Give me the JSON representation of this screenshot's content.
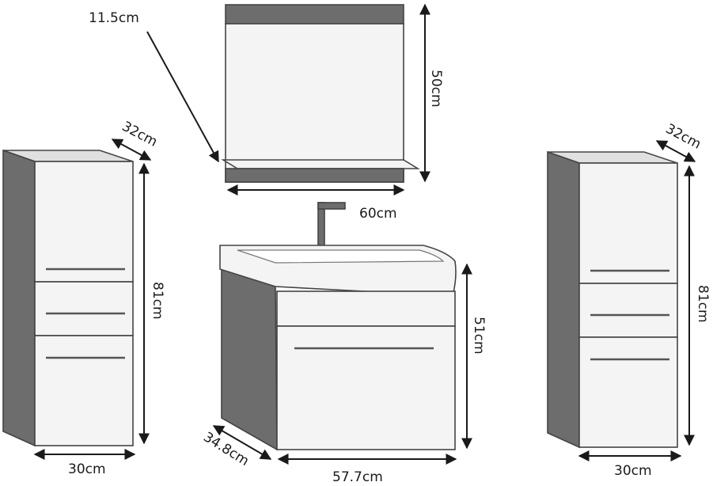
{
  "colors": {
    "side_panel": "#6d6d6d",
    "front_panel": "#f4f4f4",
    "edge": "#444444",
    "handle": "#555555",
    "arrow": "#1a1a1a"
  },
  "dimensions": {
    "mirror_shelf_depth": "11.5cm",
    "mirror_height": "50cm",
    "mirror_width": "60cm",
    "left_cabinet_depth": "32cm",
    "left_cabinet_height": "81cm",
    "left_cabinet_width": "30cm",
    "right_cabinet_depth": "32cm",
    "right_cabinet_height": "81cm",
    "right_cabinet_width": "30cm",
    "vanity_height": "51cm",
    "vanity_depth": "34.8cm",
    "vanity_width": "57.7cm"
  }
}
